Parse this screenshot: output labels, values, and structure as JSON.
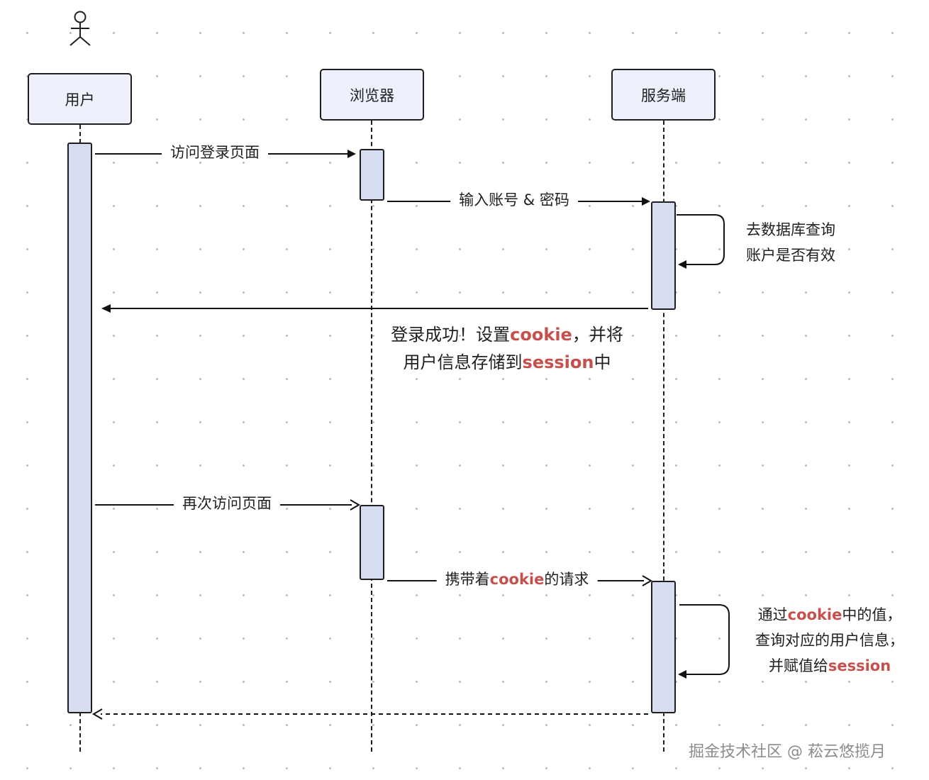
{
  "participants": {
    "user": "用户",
    "browser": "浏览器",
    "server": "服务端"
  },
  "messages": {
    "visit_login": "访问登录页面",
    "input_credentials": "输入账号 & 密码",
    "db_check_line1": "去数据库查询",
    "db_check_line2": "账户是否有效",
    "login_success_1a": "登录成功！设置",
    "login_success_1b": "cookie",
    "login_success_1c": "，并将",
    "login_success_2a": "用户信息存储到",
    "login_success_2b": "session",
    "login_success_2c": "中",
    "visit_again": "再次访问页面",
    "request_a": "携带着",
    "request_b": "cookie",
    "request_c": "的请求",
    "lookup_1a": "通过",
    "lookup_1b": "cookie",
    "lookup_1c": "中的值，",
    "lookup_2": "查询对应的用户信息，",
    "lookup_3a": "并赋值给",
    "lookup_3b": "session"
  },
  "watermark": "掘金技术社区 @ 菘云悠揽月",
  "colors": {
    "highlight": "#c6504b",
    "actor_fill": "#eef1fb",
    "activation_fill": "#d6ddf1"
  }
}
